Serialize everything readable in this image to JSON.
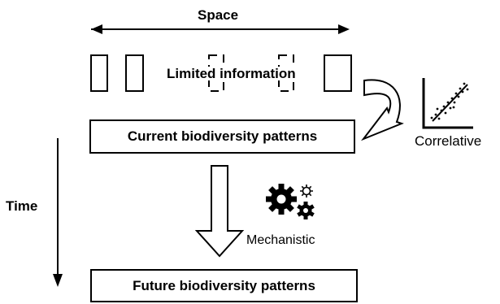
{
  "title": "",
  "labels": {
    "space": "Space",
    "time": "Time",
    "limited_information": "Limited information",
    "correlative": "Correlative",
    "mechanistic": "Mechanistic"
  },
  "boxes": {
    "current": "Current biodiversity patterns",
    "future": "Future biodiversity patterns"
  },
  "icons": [
    "scatter-plot-icon",
    "gears-icon",
    "curved-arrow-icon",
    "hollow-down-arrow-icon"
  ]
}
